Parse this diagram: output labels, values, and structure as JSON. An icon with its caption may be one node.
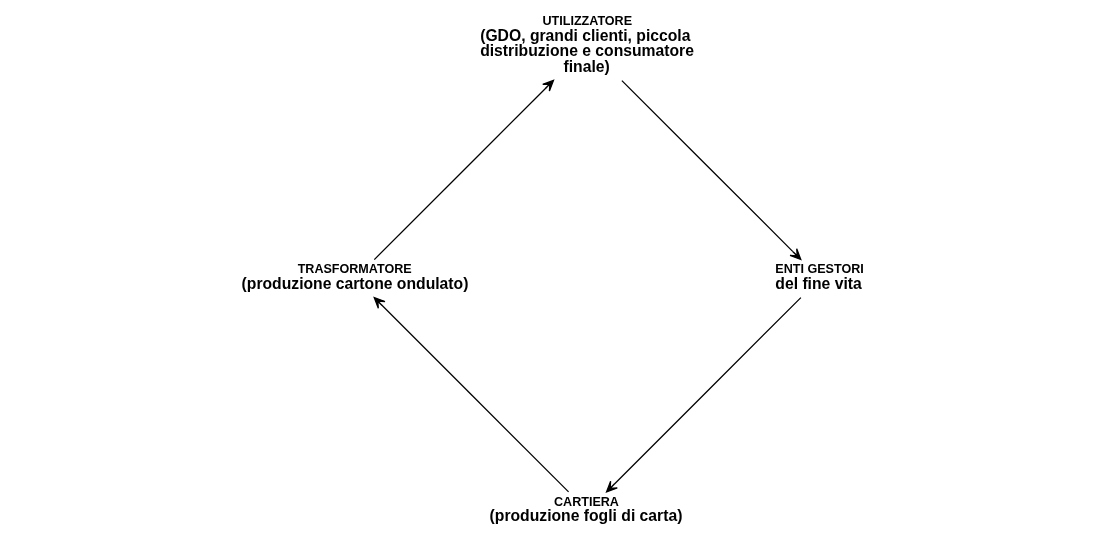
{
  "diagram": {
    "nodes": [
      {
        "text": [
          "CARTIERA",
          "(produzione fogli di carta)"
        ]
      },
      {
        "text": [
          "ENTI GESTORI",
          "del fine vita"
        ]
      },
      {
        "text": [
          "TRASFORMATORE",
          "(produzione cartone ondulato)"
        ]
      },
      {
        "text": [
          "UTILIZZATORE",
          "(GDO, grandi clienti, piccola distribuzione e consumatore finale)"
        ]
      }
    ],
    "edges": [
      {
        "from": 0,
        "to": 2,
        "arrow": "to"
      },
      {
        "from": 2,
        "to": 3,
        "arrow": "to"
      },
      {
        "from": 3,
        "to": 1,
        "arrow": "to"
      },
      {
        "from": 1,
        "to": 0,
        "arrow": "to"
      }
    ]
  }
}
